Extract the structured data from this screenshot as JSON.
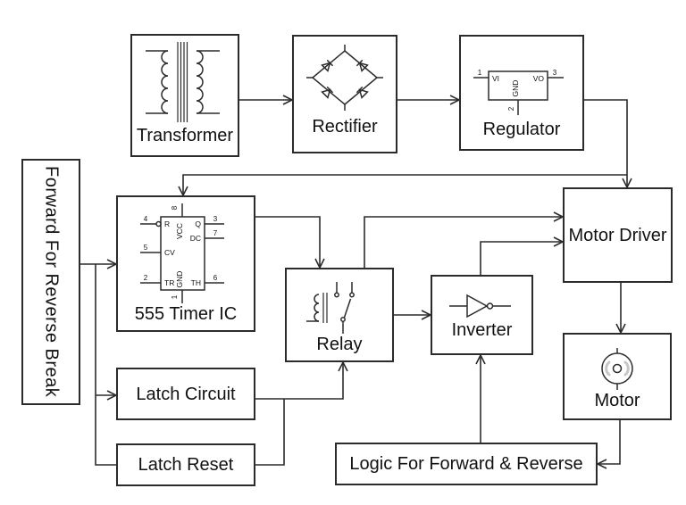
{
  "blocks": {
    "control": {
      "label": "Forward For Reverse Break"
    },
    "transformer": {
      "label": "Transformer"
    },
    "rectifier": {
      "label": "Rectifier"
    },
    "regulator": {
      "label": "Regulator",
      "ic": {
        "vi": "VI",
        "vo": "VO",
        "gnd": "GND",
        "pin1": "1",
        "pin2": "2",
        "pin3": "3"
      }
    },
    "timer": {
      "label": "555 Timer IC",
      "ic": {
        "vcc": "VCC",
        "gnd": "GND",
        "r": "R",
        "cv": "CV",
        "tr": "TR",
        "q": "Q",
        "dc": "DC",
        "th": "TH",
        "pin8": "8",
        "pin4": "4",
        "pin5": "5",
        "pin2": "2",
        "pin3": "3",
        "pin7": "7",
        "pin6": "6",
        "pin1": "1"
      }
    },
    "relay": {
      "label": "Relay"
    },
    "inverter": {
      "label": "Inverter"
    },
    "motor_driver": {
      "label": "Motor Driver"
    },
    "motor": {
      "label": "Motor"
    },
    "latch_circuit": {
      "label": "Latch Circuit"
    },
    "latch_reset": {
      "label": "Latch Reset"
    },
    "logic": {
      "label": "Logic For Forward & Reverse"
    }
  },
  "colors": {
    "line": "#2b2b2b",
    "text": "#111111",
    "background": "#ffffff"
  }
}
